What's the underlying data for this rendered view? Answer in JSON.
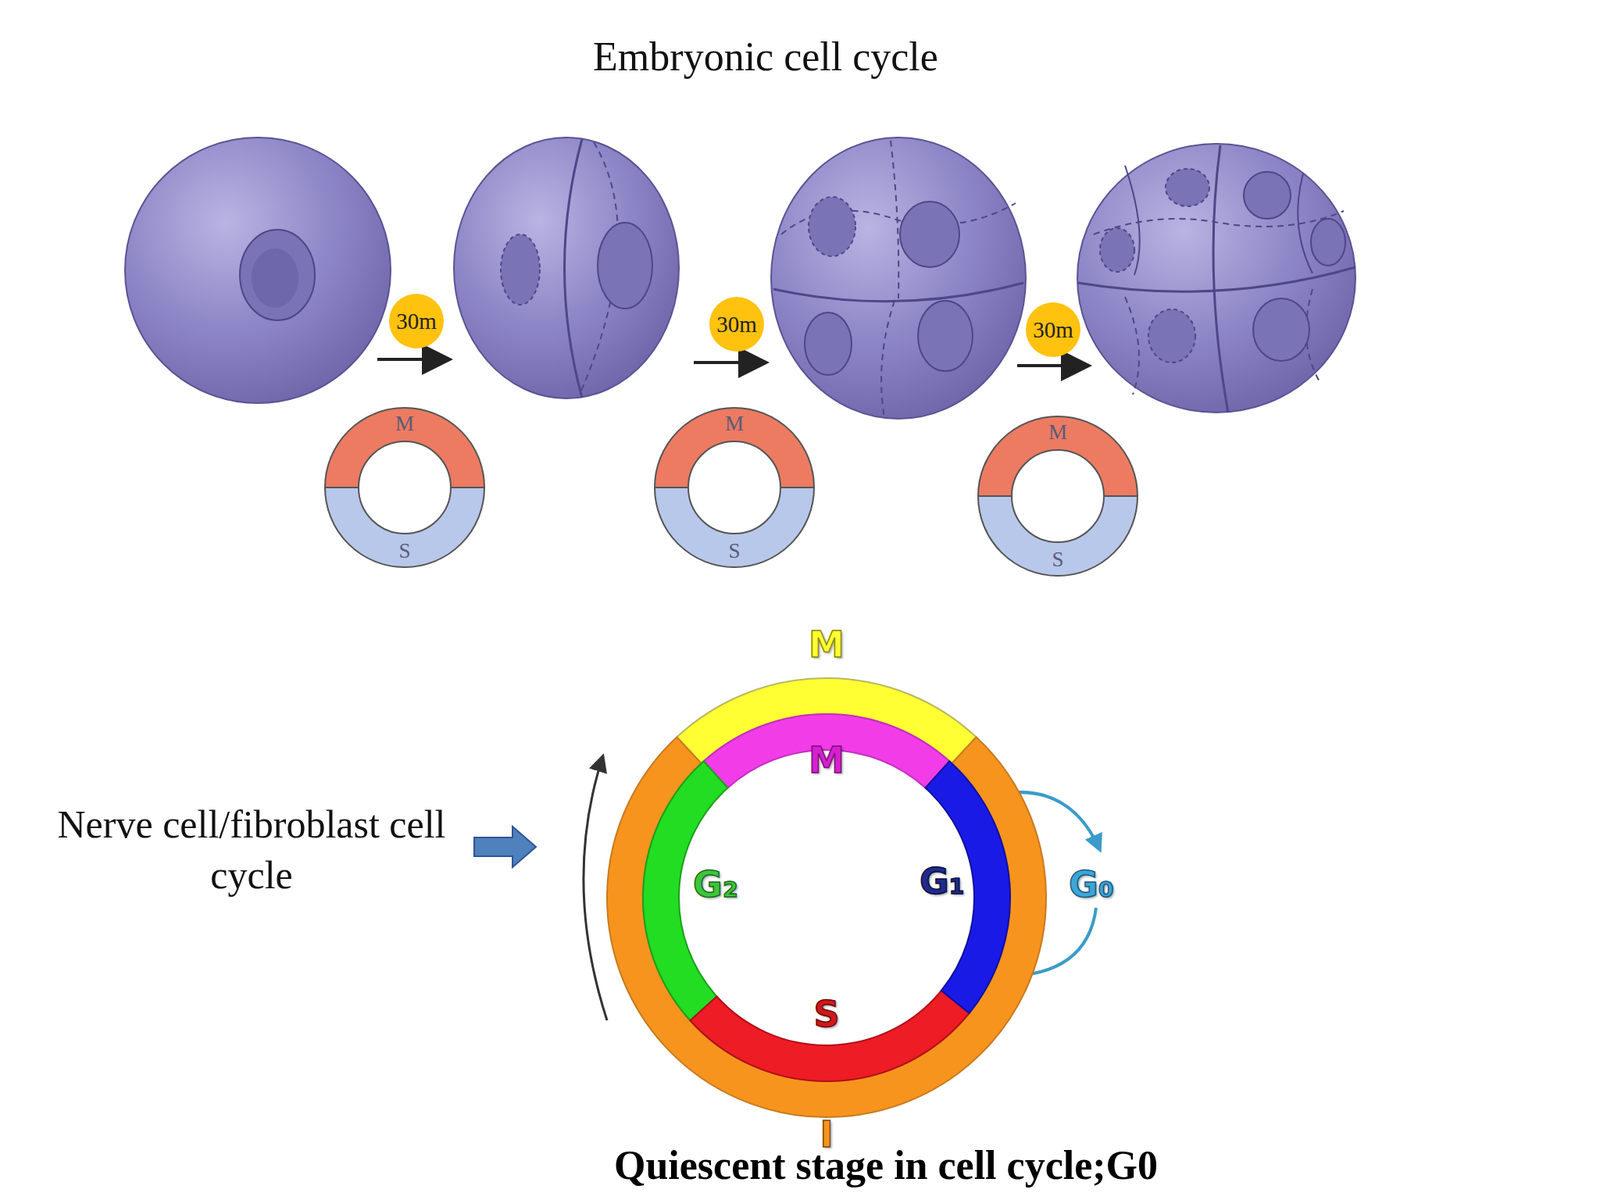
{
  "diagram": {
    "title": "Embryonic cell cycle",
    "caption": "Quiescent stage in cell cycle;G0",
    "nodes": [
      {
        "text": [
          "30m"
        ]
      },
      {
        "text": [
          "30m"
        ]
      },
      {
        "text": [
          "30m"
        ]
      },
      {
        "text": [
          "M"
        ]
      },
      {
        "text": [
          "S"
        ]
      },
      {
        "text": [
          "M"
        ]
      },
      {
        "text": [
          "S"
        ]
      },
      {
        "text": [
          "M"
        ]
      },
      {
        "text": [
          "S"
        ]
      },
      {
        "text": [
          "M"
        ]
      },
      {
        "text": [
          "I"
        ]
      },
      {
        "text": [
          "M"
        ]
      },
      {
        "text": [
          "G₂"
        ]
      },
      {
        "text": [
          "S"
        ]
      },
      {
        "text": [
          "G₁"
        ]
      }
    ],
    "labels": [
      "Nerve cell/fibroblast cell cycle",
      "G₀"
    ]
  }
}
